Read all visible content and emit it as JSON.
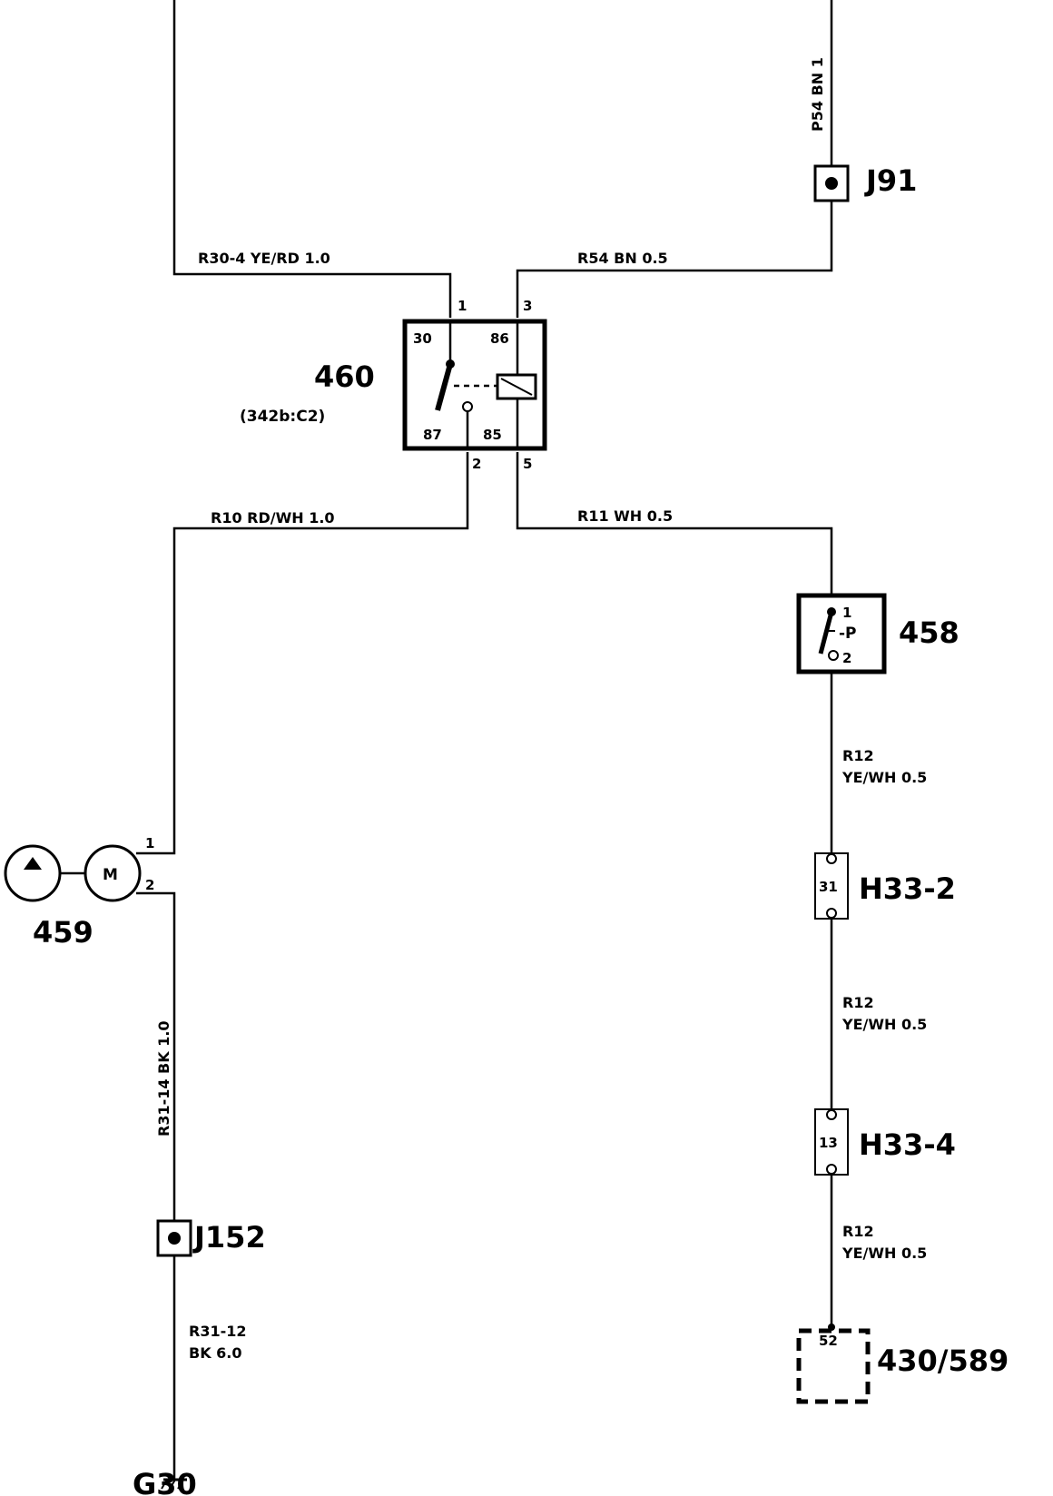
{
  "wires": {
    "r30_4": "R30-4  YE/RD  1.0",
    "r54": "R54  BN  0.5",
    "p54": "P54  BN  1",
    "r10": "R10  RD/WH 1.0",
    "r11": "R11  WH 0.5",
    "r31_14": "R31-14  BK  1.0",
    "r31_12_l1": "R31-12",
    "r31_12_l2": "BK  6.0",
    "r12_a_l1": "R12",
    "r12_a_l2": "YE/WH  0.5",
    "r12_b_l1": "R12",
    "r12_b_l2": "YE/WH  0.5",
    "r12_c_l1": "R12",
    "r12_c_l2": "YE/WH  0.5"
  },
  "relay": {
    "id": "460",
    "ref": "(342b:C2)",
    "pin_1": "1",
    "pin_3": "3",
    "pin_2": "2",
    "pin_5": "5",
    "term_30": "30",
    "term_86": "86",
    "term_87": "87",
    "term_85": "85"
  },
  "switch": {
    "id": "458",
    "pin_1": "1",
    "pin_2": "2",
    "symbol": "-P"
  },
  "pump": {
    "id": "459",
    "motor": "M",
    "pin_1": "1",
    "pin_2": "2"
  },
  "connectors": {
    "h33_2": {
      "id": "H33-2",
      "pin": "31"
    },
    "h33_4": {
      "id": "H33-4",
      "pin": "13"
    },
    "ecu": {
      "id": "430/589",
      "pin": "52"
    }
  },
  "splices": {
    "j91": "J91",
    "j152": "J152"
  },
  "ground": "G30"
}
